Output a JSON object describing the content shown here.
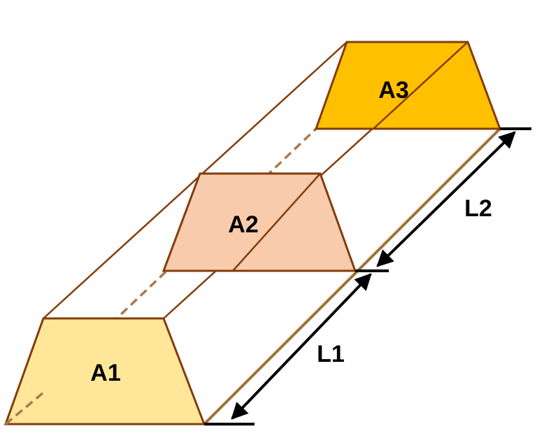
{
  "sections": [
    {
      "id": "A1",
      "label": "A1",
      "fill": "#FFE699"
    },
    {
      "id": "A2",
      "label": "A2",
      "fill": "#F8CBAD"
    },
    {
      "id": "A3",
      "label": "A3",
      "fill": "#FFC000"
    }
  ],
  "dimensions": [
    {
      "id": "L1",
      "label": "L1"
    },
    {
      "id": "L2",
      "label": "L2"
    }
  ],
  "colors": {
    "edge": "#843C0C",
    "edge_light": "#A0703C",
    "hidden_edge": "#A87A4A",
    "dimension": "#000000"
  }
}
